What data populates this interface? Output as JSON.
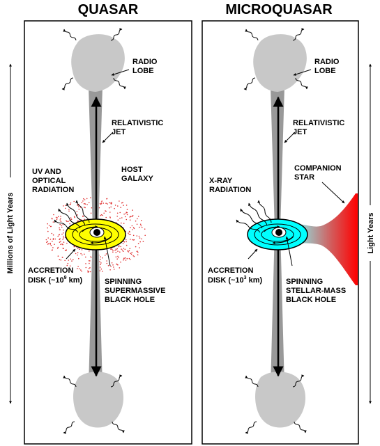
{
  "quasar": {
    "title": "QUASAR",
    "radio_lobe": [
      "RADIO",
      "LOBE"
    ],
    "jet": [
      "RELATIVISTIC",
      "JET"
    ],
    "host": [
      "HOST",
      "GALAXY"
    ],
    "radiation": [
      "UV AND",
      "OPTICAL",
      "RADIATION"
    ],
    "accretion": [
      "ACCRETION",
      "DISK (~10",
      "9",
      " km)"
    ],
    "black_hole": [
      "SPINNING",
      "SUPERMASSIVE",
      "BLACK HOLE"
    ],
    "axis_label": "Millions of Light Years",
    "disk_color": "#ffff00"
  },
  "microquasar": {
    "title": "MICROQUASAR",
    "radio_lobe": [
      "RADIO",
      "LOBE"
    ],
    "jet": [
      "RELATIVISTIC",
      "JET"
    ],
    "companion": [
      "COMPANION",
      "STAR"
    ],
    "radiation": [
      "X-RAY",
      "RADIATION"
    ],
    "accretion": [
      "ACCRETION",
      "DISK (~10",
      "3",
      " km)"
    ],
    "black_hole": [
      "SPINNING",
      "STELLAR-MASS",
      "BLACK HOLE"
    ],
    "axis_label": "Light Years",
    "disk_color": "#00ffff",
    "star_color": "#ff0000"
  },
  "colors": {
    "lobe": "#c8c8c8",
    "jet": "#999999",
    "halo_dots": "#e03030"
  }
}
